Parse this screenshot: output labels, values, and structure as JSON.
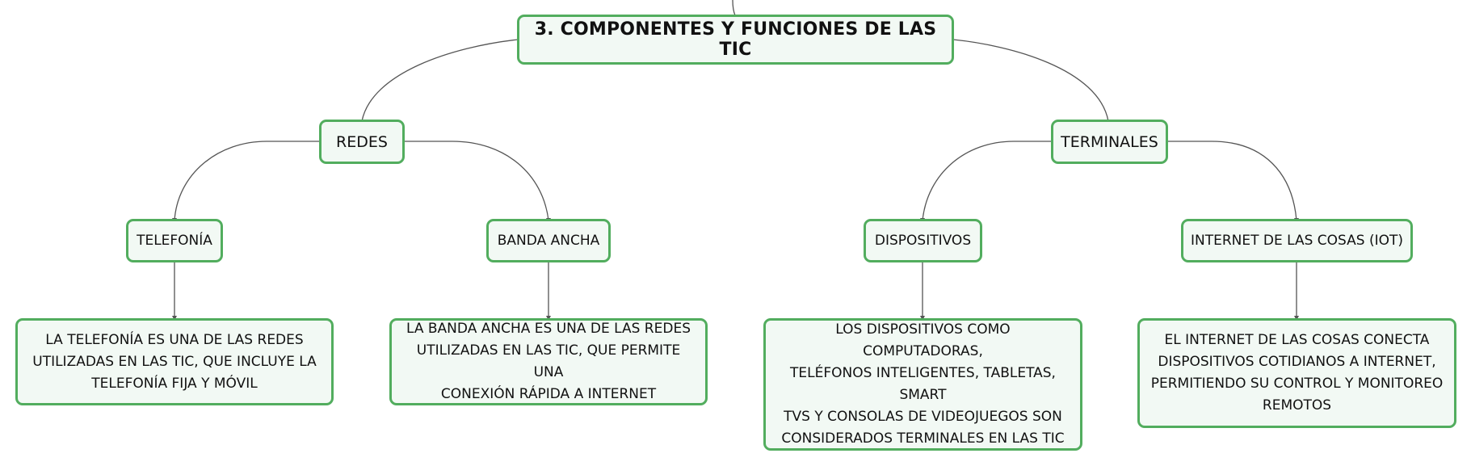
{
  "diagram": {
    "root": {
      "label": "3. COMPONENTES Y FUNCIONES DE LAS TIC"
    },
    "branches": {
      "redes": {
        "label": "REDES"
      },
      "terminales": {
        "label": "TERMINALES"
      }
    },
    "topics": {
      "telefonia": {
        "label": "TELEFONÍA"
      },
      "banda_ancha": {
        "label": "BANDA ANCHA"
      },
      "dispositivos": {
        "label": "DISPOSITIVOS"
      },
      "iot": {
        "label": "INTERNET DE LAS COSAS (IOT)"
      }
    },
    "details": {
      "telefonia": {
        "lines": [
          "LA TELEFONÍA ES UNA DE LAS REDES",
          "UTILIZADAS EN LAS TIC, QUE INCLUYE LA",
          "TELEFONÍA FIJA Y MÓVIL"
        ]
      },
      "banda_ancha": {
        "lines": [
          "LA BANDA ANCHA ES UNA DE LAS REDES",
          "UTILIZADAS EN LAS TIC, QUE PERMITE UNA",
          "CONEXIÓN RÁPIDA A INTERNET"
        ]
      },
      "dispositivos": {
        "lines": [
          "LOS DISPOSITIVOS COMO COMPUTADORAS,",
          "TELÉFONOS INTELIGENTES, TABLETAS, SMART",
          "TVS Y CONSOLAS DE VIDEOJUEGOS SON",
          "CONSIDERADOS TERMINALES EN LAS TIC"
        ]
      },
      "iot": {
        "lines": [
          "EL INTERNET DE LAS COSAS CONECTA",
          "DISPOSITIVOS COTIDIANOS A INTERNET,",
          "PERMITIENDO SU CONTROL Y MONITOREO",
          "REMOTOS"
        ]
      }
    },
    "colors": {
      "node_border": "#52ad5e",
      "node_fill": "#f2f9f4",
      "connector": "#555555",
      "text": "#111111"
    }
  }
}
